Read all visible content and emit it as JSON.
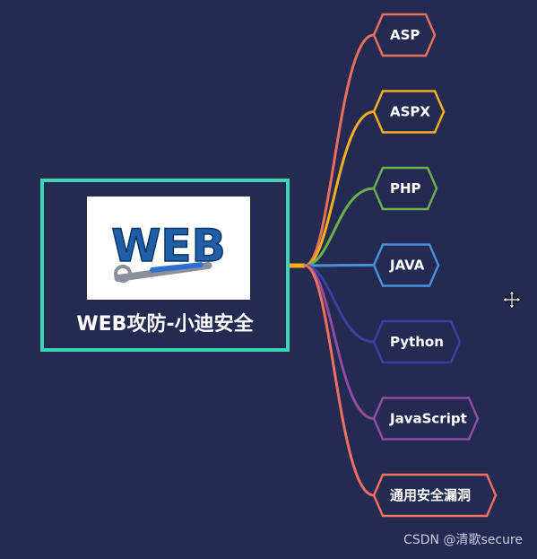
{
  "root": {
    "label": "WEB攻防-小迪安全",
    "image_text": "WEB"
  },
  "branches": [
    {
      "label": "ASP",
      "color": "#e8705a"
    },
    {
      "label": "ASPX",
      "color": "#f2b01e"
    },
    {
      "label": "PHP",
      "color": "#6ab04c"
    },
    {
      "label": "JAVA",
      "color": "#4a90d9"
    },
    {
      "label": "Python",
      "color": "#3d3fa0"
    },
    {
      "label": "JavaScript",
      "color": "#8e4d9e"
    },
    {
      "label": "通用安全漏洞",
      "color": "#f07060"
    }
  ],
  "colors": {
    "background": "#252a52",
    "root_border": "#3ad6b4",
    "connector": "#f2b01e"
  },
  "watermark": "CSDN @清歌secure"
}
